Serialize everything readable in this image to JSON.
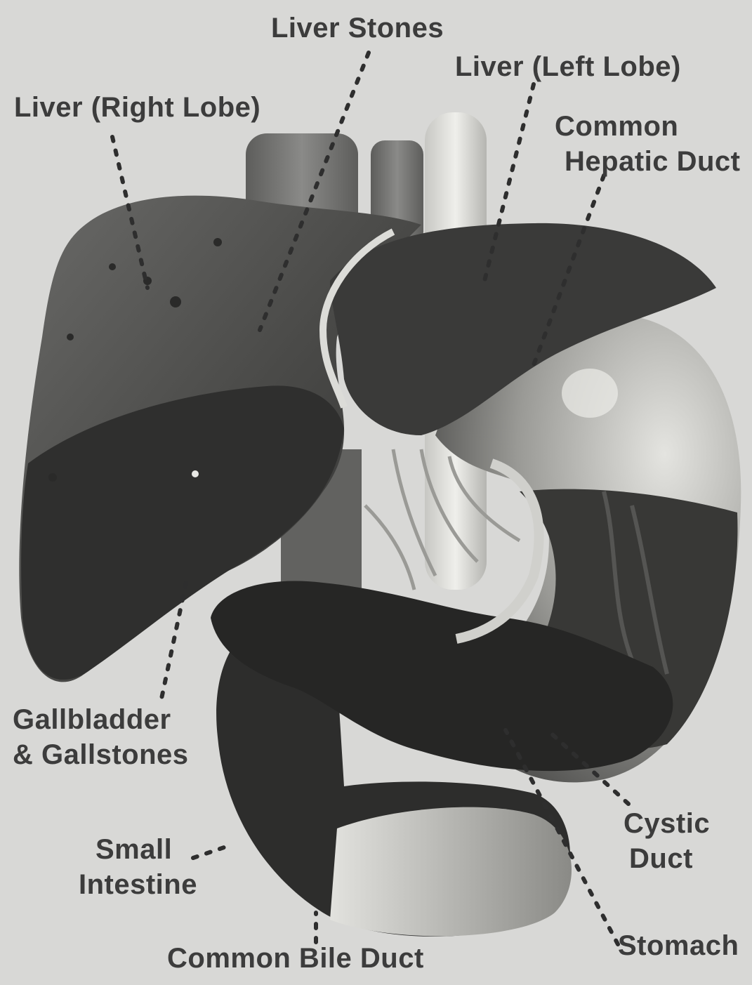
{
  "labels": {
    "liver_stones": "Liver Stones",
    "liver_left_lobe": "Liver (Left Lobe)",
    "liver_right_lobe": "Liver (Right Lobe)",
    "common_hepatic_duct": [
      "Common",
      "Hepatic Duct"
    ],
    "gallbladder": [
      "Gallbladder",
      "& Gallstones"
    ],
    "small_intestine": [
      "Small",
      "Intestine"
    ],
    "cystic_duct": [
      "Cystic",
      "Duct"
    ],
    "common_bile_duct": "Common Bile Duct",
    "stomach": "Stomach"
  },
  "colors": {
    "background": "#d8d8d6",
    "organ_dark": "#2a2a2a",
    "liver": "#4a4a48",
    "stomach_light": "#cfcfcb",
    "label_text": "#3c3c3c",
    "leader_line": "#2e2e2e"
  }
}
